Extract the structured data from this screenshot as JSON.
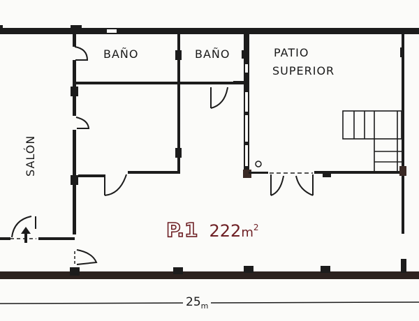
{
  "plan": {
    "rooms": [
      {
        "id": "bano-1",
        "label": "BAÑO"
      },
      {
        "id": "bano-2",
        "label": "BAÑO"
      },
      {
        "id": "patio",
        "label_line1": "PATIO",
        "label_line2": "SUPERIOR"
      },
      {
        "id": "salon",
        "label": "SALÓN"
      }
    ],
    "floor": {
      "name": "P.1",
      "area_value": "222",
      "area_unit": "m",
      "area_exp": "2"
    },
    "dimension": {
      "value": "25",
      "unit": "m"
    },
    "colors": {
      "wall": "#1c1c1c",
      "accent": "#6e2025",
      "paper": "#fbfbf9",
      "exterior_wall_tint": "#3a2a25"
    }
  }
}
